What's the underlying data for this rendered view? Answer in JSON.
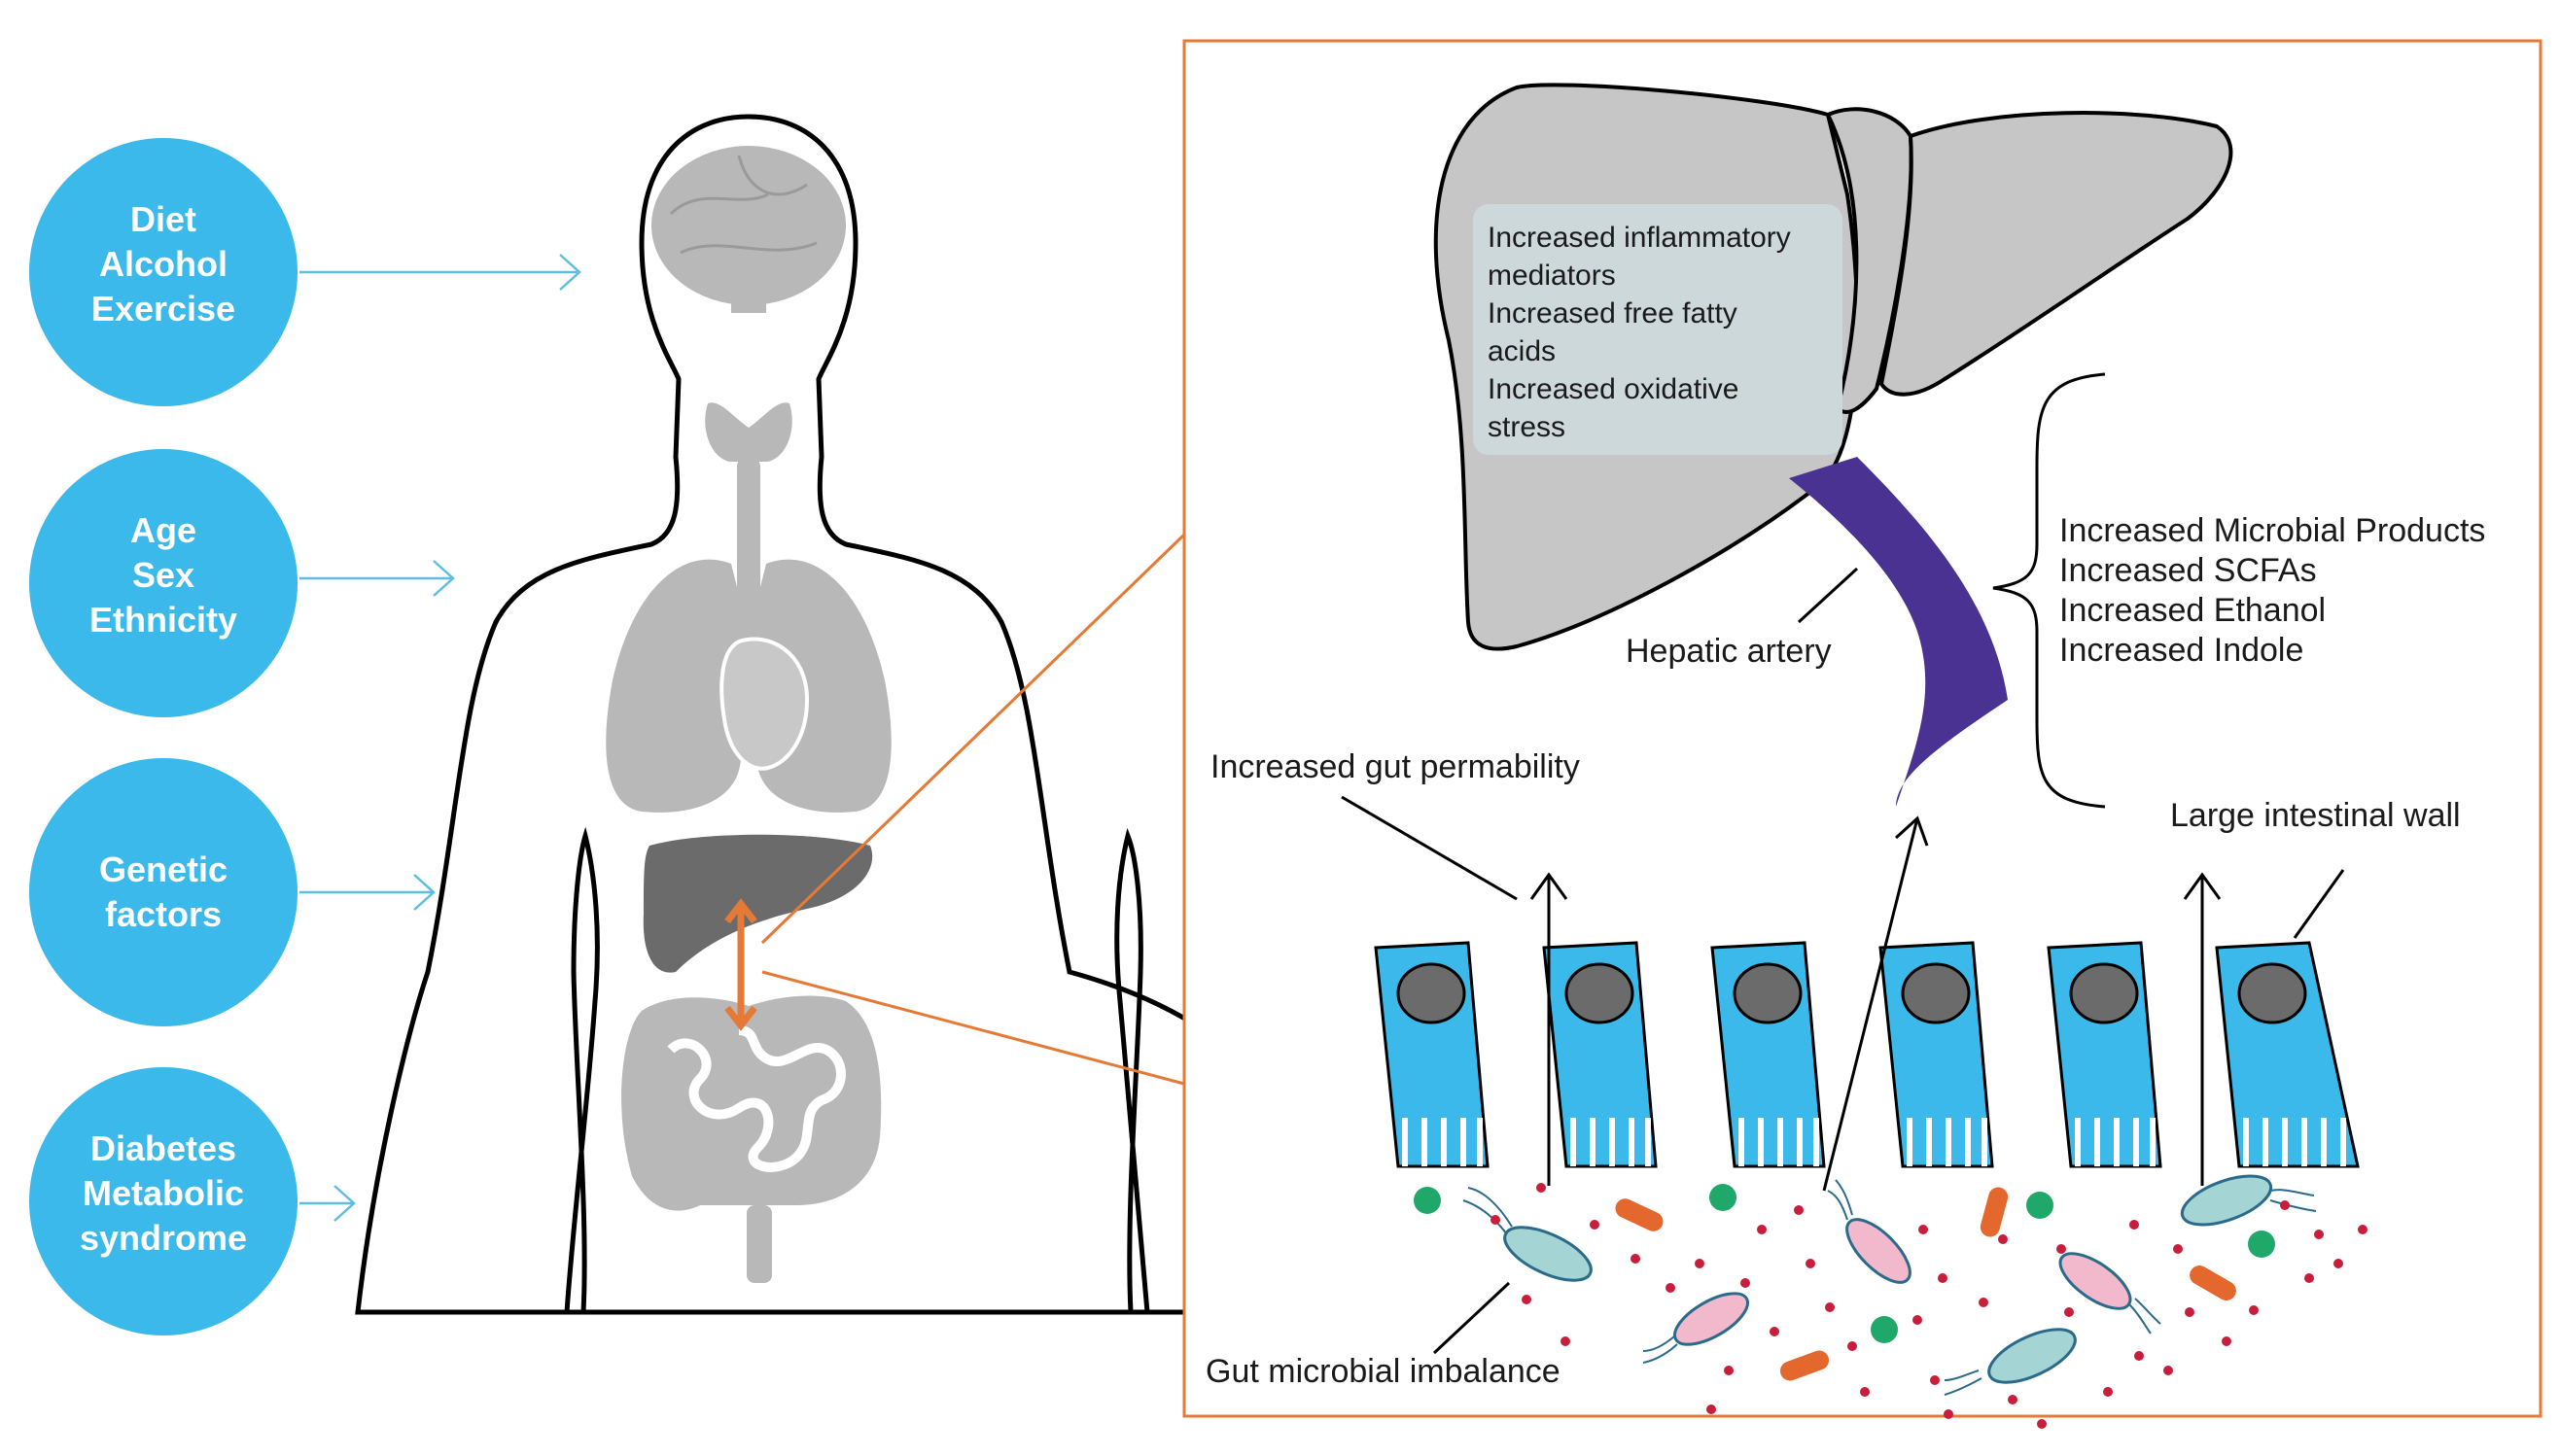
{
  "risk_factors": [
    {
      "lines": [
        "Diet",
        "Alcohol",
        "Exercise"
      ]
    },
    {
      "lines": [
        "Age",
        "Sex",
        "Ethnicity"
      ]
    },
    {
      "lines": [
        "Genetic",
        "factors"
      ]
    },
    {
      "lines": [
        "Diabetes",
        "Metabolic",
        "syndrome"
      ]
    }
  ],
  "liver_effects": [
    "Increased inflammatory",
    "mediators",
    "Increased free fatty",
    "acids",
    "Increased oxidative",
    "stress"
  ],
  "microbial_products": [
    "Increased Microbial Products",
    "Increased SCFAs",
    "Increased Ethanol",
    "Increased Indole"
  ],
  "labels": {
    "hepatic_artery": "Hepatic artery",
    "gut_permeability": "Increased gut permability",
    "intestinal_wall": "Large intestinal wall",
    "microbial_imbalance": "Gut microbial imbalance"
  },
  "colors": {
    "circle": "#3bb9ea",
    "arrow": "#5fbde0",
    "organ_gray": "#b8b8b8",
    "liver_dark": "#6b6b6b",
    "accent_orange": "#e47a35",
    "artery_purple": "#4a3293",
    "cell_blue": "#3bb9ea",
    "nucleus": "#6b6b6b",
    "green_dot": "#1fa86a",
    "red_dot": "#c81e3b",
    "rod_orange": "#e4682d"
  }
}
